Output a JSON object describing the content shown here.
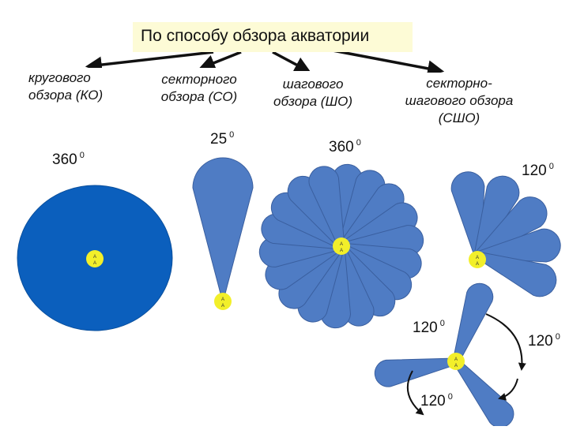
{
  "title": "По способу обзора акватории",
  "categories": [
    {
      "lines": [
        "кругового",
        "обзора (КО)"
      ]
    },
    {
      "lines": [
        "секторного",
        "обзора (СО)"
      ]
    },
    {
      "lines": [
        "шагового",
        "обзора (ШО)"
      ]
    },
    {
      "lines": [
        "секторно-",
        "шагового обзора",
        "(СШО)"
      ]
    }
  ],
  "angles": {
    "ko": {
      "value": "360",
      "unit": "0"
    },
    "so": {
      "value": "25",
      "unit": "0"
    },
    "sho": {
      "value": "360",
      "unit": "0"
    },
    "sso": {
      "value": "120",
      "unit": "0"
    },
    "three_top": {
      "value": "120",
      "unit": "0"
    },
    "three_right": {
      "value": "120",
      "unit": "0"
    },
    "three_bottom": {
      "value": "120",
      "unit": "0"
    }
  },
  "antenna_marker": "А А",
  "colors": {
    "disc": "#0b5fbd",
    "lobe": "#4f7cc4",
    "lobe_stroke": "#3a5f9f",
    "marker": "#f2ef2a",
    "arrow": "#111111",
    "title_bg": "#fdfbd6"
  }
}
